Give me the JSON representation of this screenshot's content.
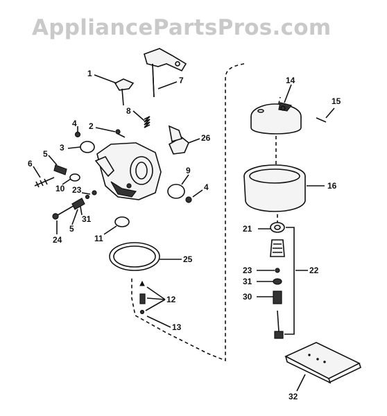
{
  "watermark": "AppliancePartsPros.com",
  "callouts": [
    {
      "id": "1",
      "text": "1"
    },
    {
      "id": "7",
      "text": "7"
    },
    {
      "id": "8",
      "text": "8"
    },
    {
      "id": "4a",
      "text": "4"
    },
    {
      "id": "2",
      "text": "2"
    },
    {
      "id": "3",
      "text": "3"
    },
    {
      "id": "26",
      "text": "26"
    },
    {
      "id": "5a",
      "text": "5"
    },
    {
      "id": "6",
      "text": "6"
    },
    {
      "id": "9",
      "text": "9"
    },
    {
      "id": "4b",
      "text": "4"
    },
    {
      "id": "10",
      "text": "10"
    },
    {
      "id": "23a",
      "text": "23"
    },
    {
      "id": "31a",
      "text": "31"
    },
    {
      "id": "5b",
      "text": "5"
    },
    {
      "id": "24",
      "text": "24"
    },
    {
      "id": "11",
      "text": "11"
    },
    {
      "id": "25",
      "text": "25"
    },
    {
      "id": "12",
      "text": "12"
    },
    {
      "id": "13",
      "text": "13"
    },
    {
      "id": "14",
      "text": "14"
    },
    {
      "id": "15",
      "text": "15"
    },
    {
      "id": "16",
      "text": "16"
    },
    {
      "id": "21",
      "text": "21"
    },
    {
      "id": "22",
      "text": "22"
    },
    {
      "id": "23b",
      "text": "23"
    },
    {
      "id": "31b",
      "text": "31"
    },
    {
      "id": "30",
      "text": "30"
    },
    {
      "id": "32",
      "text": "32"
    }
  ]
}
